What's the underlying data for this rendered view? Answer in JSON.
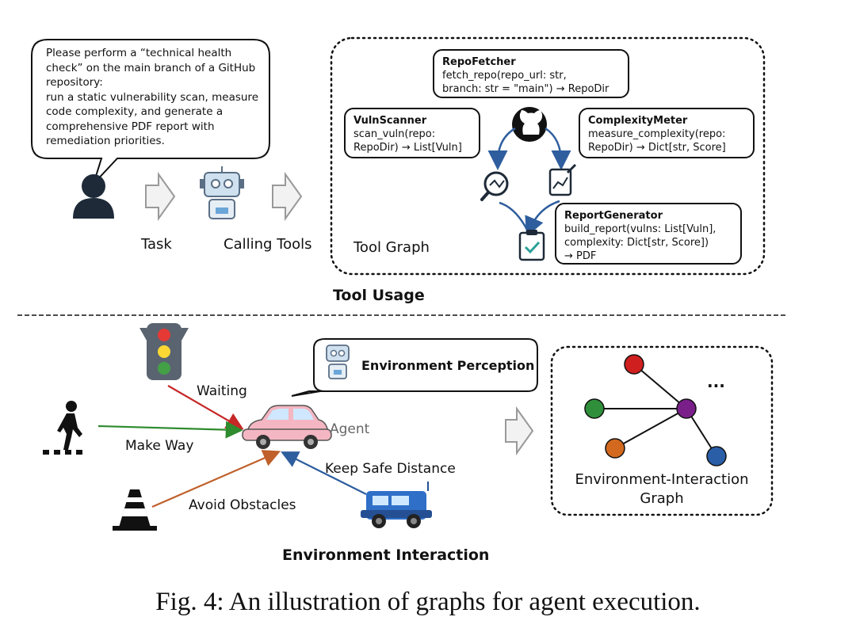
{
  "tool_usage": {
    "task_prompt": "Please perform a “technical health check” on the main branch of a GitHub repository:\nrun a static vulnerability scan, measure code complexity, and generate a comprehensive PDF report with remediation priorities.",
    "task_label": "Task",
    "calling_tools_label": "Calling Tools",
    "tool_graph_label": "Tool Graph",
    "section_title": "Tool Usage",
    "tools": [
      {
        "name": "RepoFetcher",
        "signature": "fetch_repo(repo_url: str,\nbranch: str = \"main\") → RepoDir"
      },
      {
        "name": "VulnScanner",
        "signature": "scan_vuln(repo:\nRepoDir) → List[Vuln]"
      },
      {
        "name": "ComplexityMeter",
        "signature": "measure_complexity(repo:\nRepoDir) → Dict[str, Score]"
      },
      {
        "name": "ReportGenerator",
        "signature": "build_report(vulns: List[Vuln],\ncomplexity: Dict[str, Score])\n→ PDF"
      }
    ]
  },
  "environment_interaction": {
    "section_title": "Environment Interaction",
    "perception_label": "Environment Perception",
    "agent_label": "Agent",
    "waiting_label": "Waiting",
    "make_way_label": "Make Way",
    "keep_distance_label": "Keep Safe Distance",
    "avoid_obstacles_label": "Avoid Obstacles",
    "graph_label": "Environment-Interaction\nGraph",
    "graph_ellipsis": "...",
    "colors": {
      "waiting": "#c62828",
      "make_way": "#2e8b2e",
      "keep_distance": "#2f5e9e",
      "avoid_obstacles": "#c0602a",
      "node_red": "#d01f1f",
      "node_green": "#2f8f3a",
      "node_purple": "#7a1f8a",
      "node_orange": "#d2691e",
      "node_blue": "#2a5fa8"
    }
  },
  "caption": "Fig. 4: An illustration of graphs for agent execution."
}
